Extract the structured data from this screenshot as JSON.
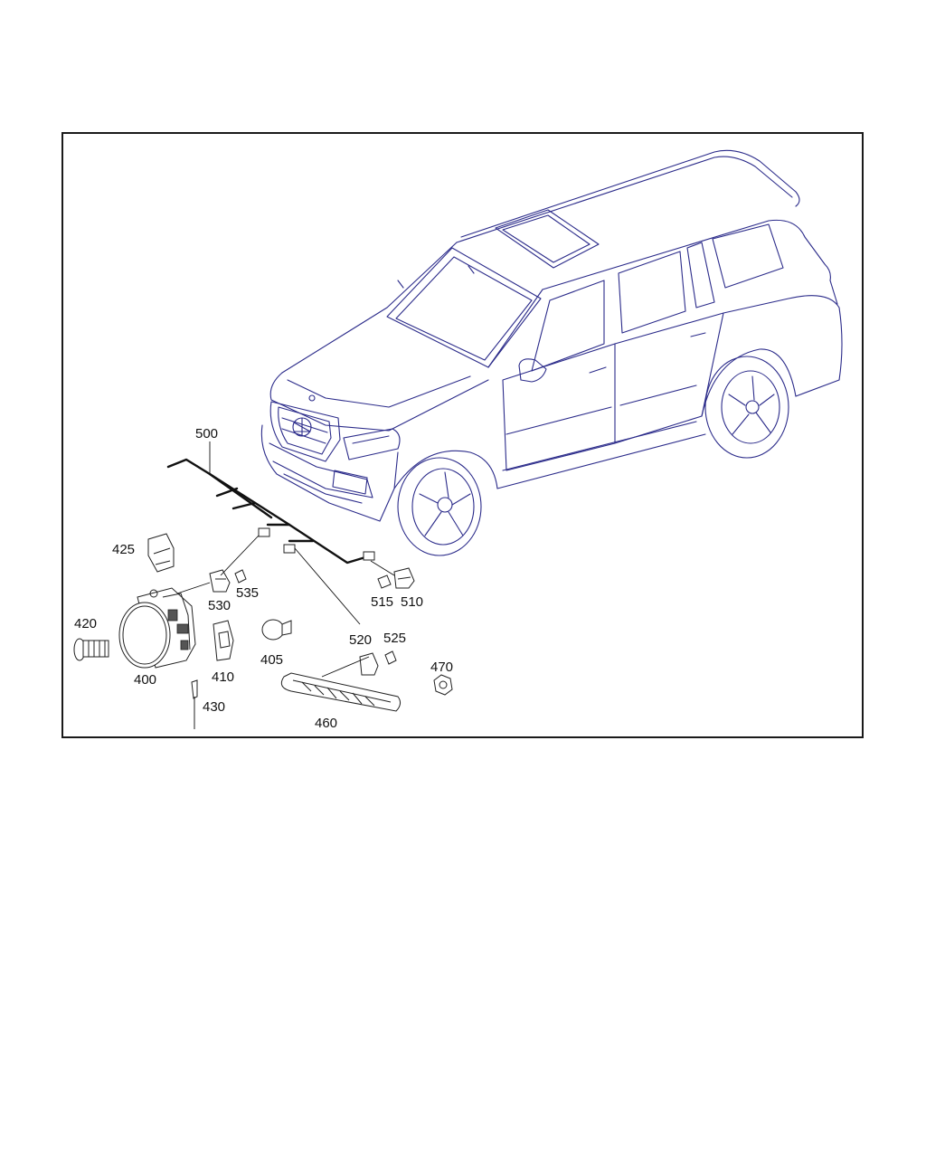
{
  "line_color": "#2b2b8a",
  "callouts": {
    "p500": "500",
    "p425": "425",
    "p530": "530",
    "p535": "535",
    "p515": "515",
    "p510": "510",
    "p420": "420",
    "p400": "400",
    "p410": "410",
    "p405": "405",
    "p520": "520",
    "p525": "525",
    "p470": "470",
    "p430": "430",
    "p460": "460"
  }
}
